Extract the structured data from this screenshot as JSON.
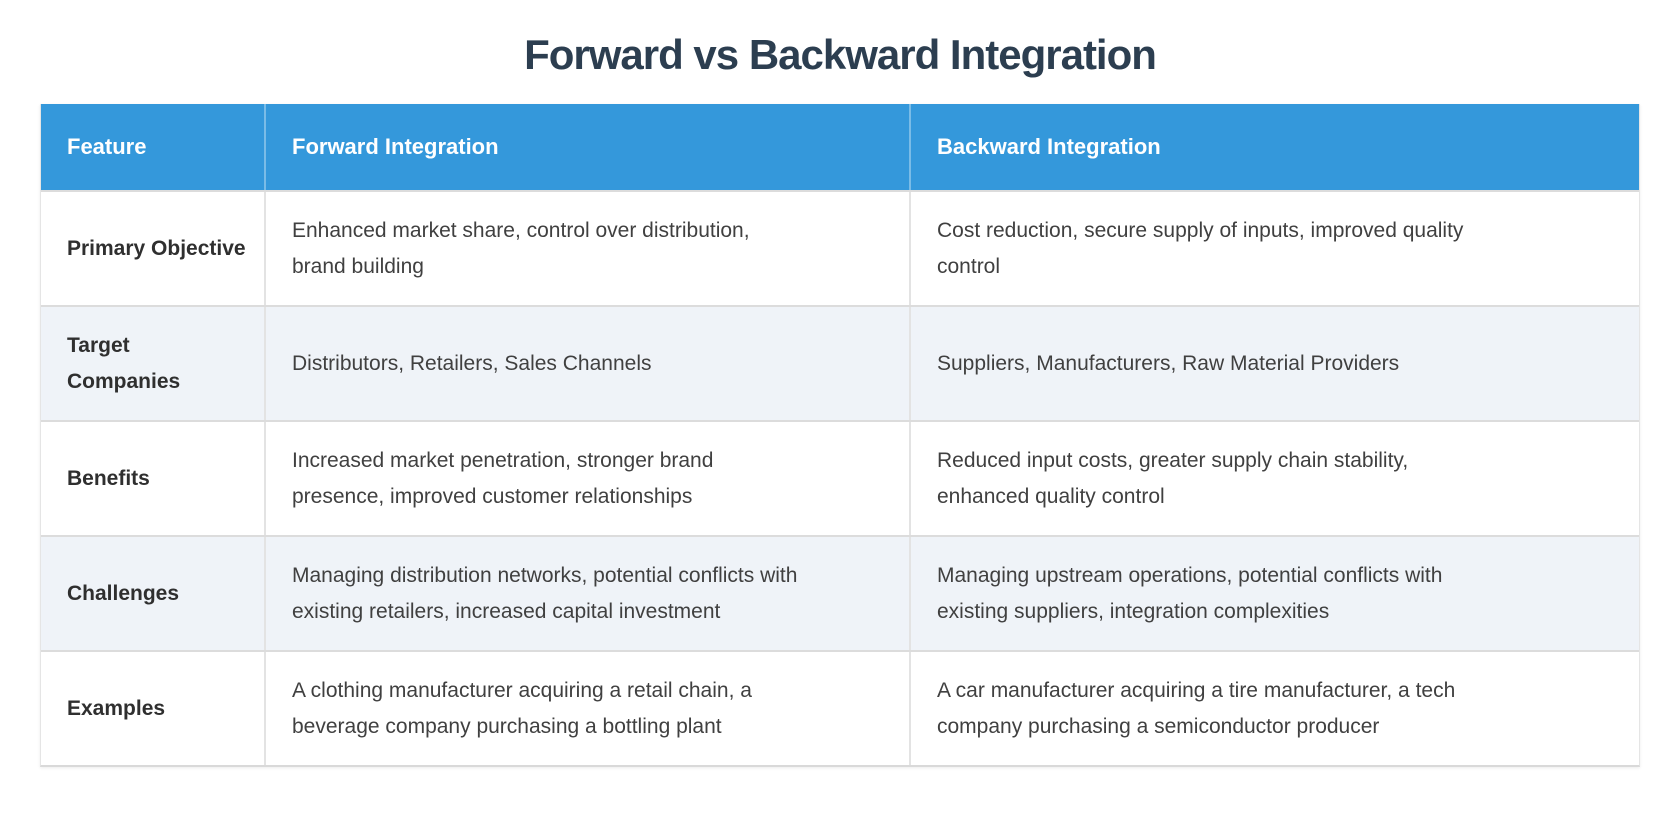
{
  "title": "Forward vs Backward Integration",
  "colors": {
    "title_text": "#2c3e50",
    "header_bg": "#3498db",
    "header_text": "#ffffff",
    "row_bg": "#ffffff",
    "row_alt_bg": "#eff3f8",
    "body_text": "#404040",
    "label_text": "#2f2f2f",
    "row_border": "#dcdcdc"
  },
  "chart_data": {
    "type": "table",
    "title": "Forward vs Backward Integration",
    "columns": [
      "Feature",
      "Forward Integration",
      "Backward Integration"
    ],
    "rows": [
      [
        "Primary Objective",
        "Enhanced market share, control over distribution,\nbrand building",
        "Cost reduction, secure supply of inputs, improved quality\ncontrol"
      ],
      [
        "Target Companies",
        "Distributors, Retailers, Sales Channels",
        "Suppliers, Manufacturers, Raw Material Providers"
      ],
      [
        "Benefits",
        "Increased market penetration, stronger brand\npresence, improved customer relationships",
        "Reduced input costs, greater supply chain stability,\nenhanced quality control"
      ],
      [
        "Challenges",
        "Managing distribution networks, potential conflicts with\nexisting retailers, increased capital investment",
        "Managing upstream operations, potential conflicts with\nexisting suppliers, integration complexities"
      ],
      [
        "Examples",
        "A clothing manufacturer acquiring a retail chain, a\nbeverage company purchasing a bottling plant",
        "A car manufacturer acquiring a tire manufacturer, a tech\ncompany purchasing a semiconductor producer"
      ]
    ]
  }
}
